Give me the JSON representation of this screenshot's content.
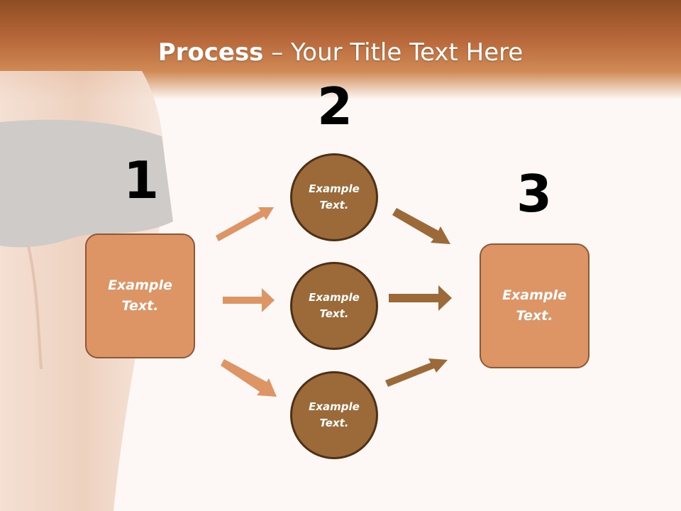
{
  "title": {
    "bold": "Process",
    "rest": " – Your Title Text Here"
  },
  "steps": {
    "one": "1",
    "two": "2",
    "three": "3"
  },
  "nodes": {
    "box_left": "Example Text.",
    "circle_top": "Example Text.",
    "circle_mid": "Example Text.",
    "circle_bottom": "Example Text.",
    "box_right": "Example Text."
  },
  "colors": {
    "header": "#b8683a",
    "box_fill": "#dd9565",
    "circle_fill": "#9b6a38",
    "arrow_light": "#dd9565",
    "arrow_dark": "#9b6a38"
  }
}
